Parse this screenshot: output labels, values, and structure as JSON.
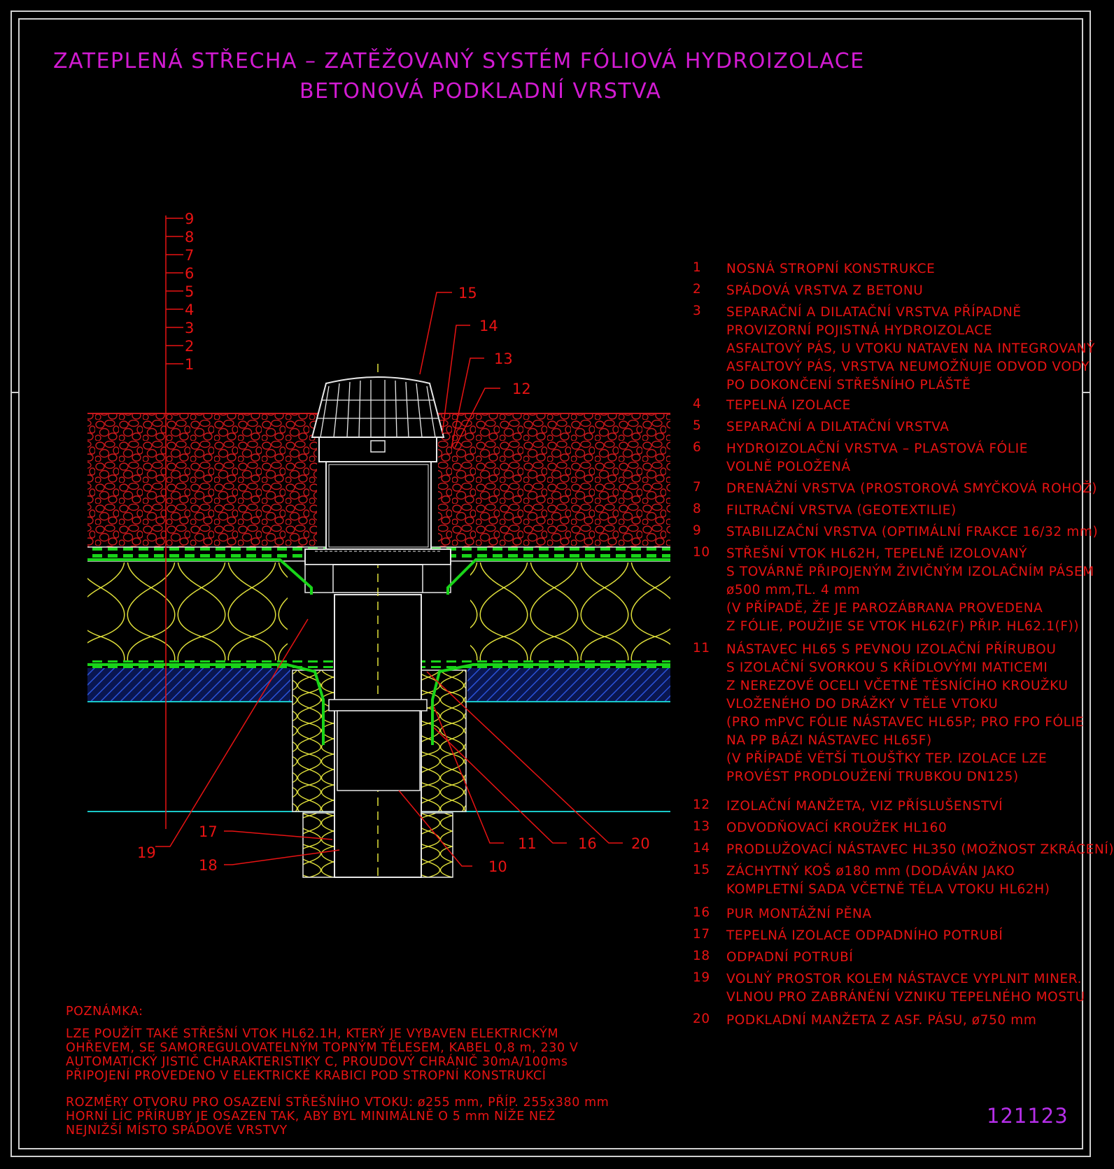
{
  "title": {
    "line1": "ZATEPLENÁ STŘECHA – ZATĚŽOVANÝ SYSTÉM FÓLIOVÁ HYDROIZOLACE",
    "line2": "BETONOVÁ PODKLADNÍ VRSTVA"
  },
  "layer_scale": [
    "9",
    "8",
    "7",
    "6",
    "5",
    "4",
    "3",
    "2",
    "1"
  ],
  "callouts": [
    "15",
    "14",
    "13",
    "12",
    "19",
    "17",
    "18",
    "11",
    "16",
    "20",
    "10"
  ],
  "legend": [
    {
      "num": "1",
      "lines": [
        "NOSNÁ STROPNÍ KONSTRUKCE"
      ]
    },
    {
      "num": "2",
      "lines": [
        "SPÁDOVÁ VRSTVA Z BETONU"
      ]
    },
    {
      "num": "3",
      "lines": [
        "SEPARAČNÍ A DILATAČNÍ VRSTVA PŘÍPADNĚ",
        "PROVIZORNÍ POJISTNÁ HYDROIZOLACE",
        "ASFALTOVÝ PÁS, U VTOKU NATAVEN NA INTEGROVANÝ",
        "ASFALTOVÝ PÁS, VRSTVA NEUMOŽŇUJE ODVOD VODY",
        "PO DOKONČENÍ STŘEŠNÍHO PLÁŠTĚ"
      ]
    },
    {
      "num": "4",
      "lines": [
        "TEPELNÁ IZOLACE"
      ]
    },
    {
      "num": "5",
      "lines": [
        "SEPARAČNÍ A DILATAČNÍ VRSTVA"
      ]
    },
    {
      "num": "6",
      "lines": [
        "HYDROIZOLAČNÍ VRSTVA – PLASTOVÁ FÓLIE",
        "VOLNĚ POLOŽENÁ"
      ]
    },
    {
      "num": "7",
      "lines": [
        "DRENÁŽNÍ VRSTVA (PROSTOROVÁ SMYČKOVÁ ROHOŽ)"
      ]
    },
    {
      "num": "8",
      "lines": [
        "FILTRAČNÍ VRSTVA (GEOTEXTILIE)"
      ]
    },
    {
      "num": "9",
      "lines": [
        "STABILIZAČNÍ VRSTVA (OPTIMÁLNÍ FRAKCE 16/32 mm)"
      ]
    },
    {
      "num": "10",
      "lines": [
        "STŘEŠNÍ VTOK HL62H, TEPELNĚ IZOLOVANÝ",
        "S TOVÁRNĚ PŘIPOJENÝM ŽIVIČNÝM IZOLAČNÍM PÁSEM",
        "ø500 mm,TL. 4 mm",
        "(V PŘÍPADĚ, ŽE JE PAROZÁBRANA PROVEDENA",
        "Z FÓLIE, POUŽIJE SE VTOK HL62(F) PŘIP. HL62.1(F))"
      ]
    },
    {
      "num": "11",
      "lines": [
        "NÁSTAVEC HL65 S PEVNOU IZOLAČNÍ PŘÍRUBOU",
        "S IZOLAČNÍ SVORKOU S KŘÍDLOVÝMI MATICEMI",
        "Z NEREZOVÉ OCELI VČETNĚ TĚSNÍCÍHO KROUŽKU",
        "VLOŽENÉHO DO DRÁŽKY V TĚLE VTOKU",
        "(PRO mPVC FÓLIE NÁSTAVEC HL65P; PRO FPO FÓLIE",
        "NA PP BÁZI NÁSTAVEC HL65F)",
        "(V PŘÍPADĚ VĚTŠÍ TLOUŠŤKY TEP. IZOLACE LZE",
        "PROVÉST PRODLOUŽENÍ TRUBKOU DN125)"
      ]
    },
    {
      "num": "12",
      "lines": [
        "IZOLAČNÍ MANŽETA, VIZ PŘÍSLUŠENSTVÍ"
      ]
    },
    {
      "num": "13",
      "lines": [
        "ODVODŇOVACÍ KROUŽEK HL160"
      ]
    },
    {
      "num": "14",
      "lines": [
        "PRODLUŽOVACÍ NÁSTAVEC HL350 (MOŽNOST ZKRÁCENÍ)"
      ]
    },
    {
      "num": "15",
      "lines": [
        "ZÁCHYTNÝ KOŠ ø180 mm (DODÁVÁN JAKO",
        "KOMPLETNÍ SADA VČETNĚ TĚLA VTOKU HL62H)"
      ]
    },
    {
      "num": "16",
      "lines": [
        "PUR MONTÁŽNÍ PĚNA"
      ]
    },
    {
      "num": "17",
      "lines": [
        "TEPELNÁ IZOLACE ODPADNÍHO POTRUBÍ"
      ]
    },
    {
      "num": "18",
      "lines": [
        "ODPADNÍ POTRUBÍ"
      ]
    },
    {
      "num": "19",
      "lines": [
        "VOLNÝ PROSTOR KOLEM NÁSTAVCE VYPLNIT MINER.",
        "VLNOU PRO ZABRÁNĚNÍ VZNIKU TEPELNÉHO MOSTU"
      ]
    },
    {
      "num": "20",
      "lines": [
        "PODKLADNÍ MANŽETA Z ASF. PÁSU, ø750 mm"
      ]
    }
  ],
  "note": {
    "heading": "POZNÁMKA:",
    "para1": [
      "LZE POUŽÍT TAKÉ STŘEŠNÍ VTOK HL62.1H, KTERÝ JE VYBAVEN ELEKTRICKÝM",
      "OHŘEVEM, SE SAMOREGULOVATELNÝM TOPNÝM TĚLESEM, KABEL 0,8 m, 230 V",
      "AUTOMATICKÝ JISTIČ CHARAKTERISTIKY C, PROUDOVÝ CHRÁNIČ 30mA/100ms",
      "PŘIPOJENÍ PROVEDENO V ELEKTRICKÉ KRABICI POD STROPNÍ KONSTRUKCÍ"
    ],
    "para2": [
      "ROZMĚRY OTVORU PRO OSAZENÍ STŘEŠNÍHO VTOKU: ø255 mm, PŘÍP. 255x380 mm",
      "HORNÍ LÍC PŘÍRUBY JE OSAZEN TAK, ABY BYL MINIMÁLNĚ O 5 mm NÍŽE NEŽ",
      "NEJNIŽŠÍ MÍSTO SPÁDOVÉ VRSTVY"
    ]
  },
  "drawing_code": "121123",
  "colors": {
    "background": "#000000",
    "title": "#d21bd2",
    "text": "#e81313",
    "gravel": "#c8181c",
    "insulation": "#e0e03a",
    "membrane": "#19d419",
    "concrete": "#1c3fae",
    "cyan": "#19c8c8",
    "white": "#e8e8e8"
  }
}
